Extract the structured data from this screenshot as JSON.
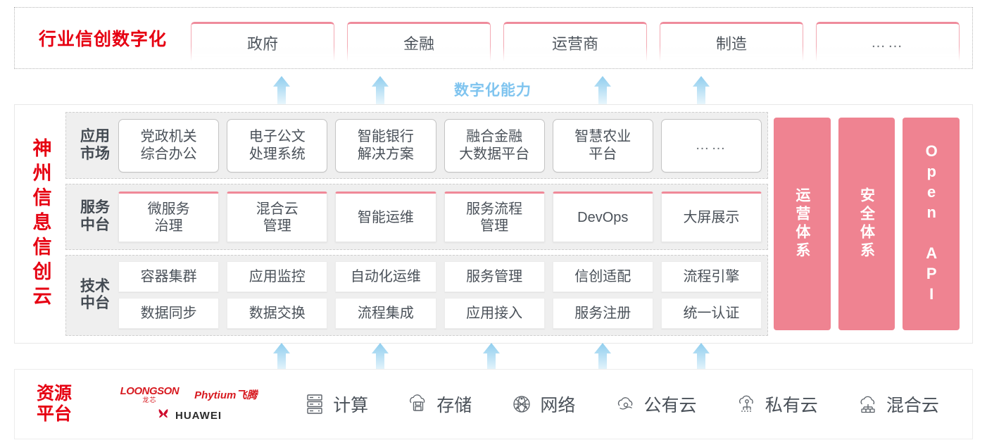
{
  "industry": {
    "title": "行业信创数字化",
    "cards": [
      {
        "label": "政府"
      },
      {
        "label": "金融"
      },
      {
        "label": "运营商"
      },
      {
        "label": "制造"
      },
      {
        "label": "……"
      }
    ]
  },
  "capability": {
    "label": "数字化能力",
    "arrow_count_top": 4,
    "arrow_count_bottom": 5
  },
  "cloud": {
    "side_title": "神州信息信创云",
    "layers": [
      {
        "label": "应用\n市场",
        "label_line1": "应用",
        "label_line2": "市场",
        "cards": [
          {
            "line1": "党政机关",
            "line2": "综合办公"
          },
          {
            "line1": "电子公文",
            "line2": "处理系统"
          },
          {
            "line1": "智能银行",
            "line2": "解决方案"
          },
          {
            "line1": "融合金融",
            "line2": "大数据平台"
          },
          {
            "line1": "智慧农业",
            "line2": "平台"
          },
          {
            "line1": "……",
            "line2": ""
          }
        ]
      },
      {
        "label_line1": "服务",
        "label_line2": "中台",
        "cards": [
          {
            "line1": "微服务",
            "line2": "治理"
          },
          {
            "line1": "混合云",
            "line2": "管理"
          },
          {
            "line1": "智能运维",
            "line2": ""
          },
          {
            "line1": "服务流程",
            "line2": "管理"
          },
          {
            "line1": "DevOps",
            "line2": ""
          },
          {
            "line1": "大屏展示",
            "line2": ""
          }
        ]
      },
      {
        "label_line1": "技术",
        "label_line2": "中台",
        "row1": [
          "容器集群",
          "应用监控",
          "自动化运维",
          "服务管理",
          "信创适配",
          "流程引擎"
        ],
        "row2": [
          "数据同步",
          "数据交换",
          "流程集成",
          "应用接入",
          "服务注册",
          "统一认证"
        ]
      }
    ],
    "pillars": [
      {
        "label": "运营体系",
        "type": "cjk"
      },
      {
        "label": "安全体系",
        "type": "cjk"
      },
      {
        "label": "Open API",
        "type": "latin"
      }
    ]
  },
  "resource": {
    "title_line1": "资源",
    "title_line2": "平台",
    "vendors": [
      {
        "name": "LOONGSON",
        "sub": "龙芯"
      },
      {
        "name": "Phytium飞腾"
      },
      {
        "name": "HUAWEI"
      }
    ],
    "items": [
      {
        "icon": "server-rack-icon",
        "label": "计算"
      },
      {
        "icon": "cloud-storage-icon",
        "label": "存储"
      },
      {
        "icon": "network-globe-icon",
        "label": "网络"
      },
      {
        "icon": "public-cloud-icon",
        "label": "公有云"
      },
      {
        "icon": "private-cloud-icon",
        "label": "私有云"
      },
      {
        "icon": "hybrid-cloud-icon",
        "label": "混合云"
      }
    ]
  },
  "colors": {
    "brand_red": "#e60012",
    "pillar_pink": "#ef8391",
    "card_accent": "#f08998",
    "arrow_blue": "#a8d8f0",
    "text_dark": "#4a5159"
  }
}
